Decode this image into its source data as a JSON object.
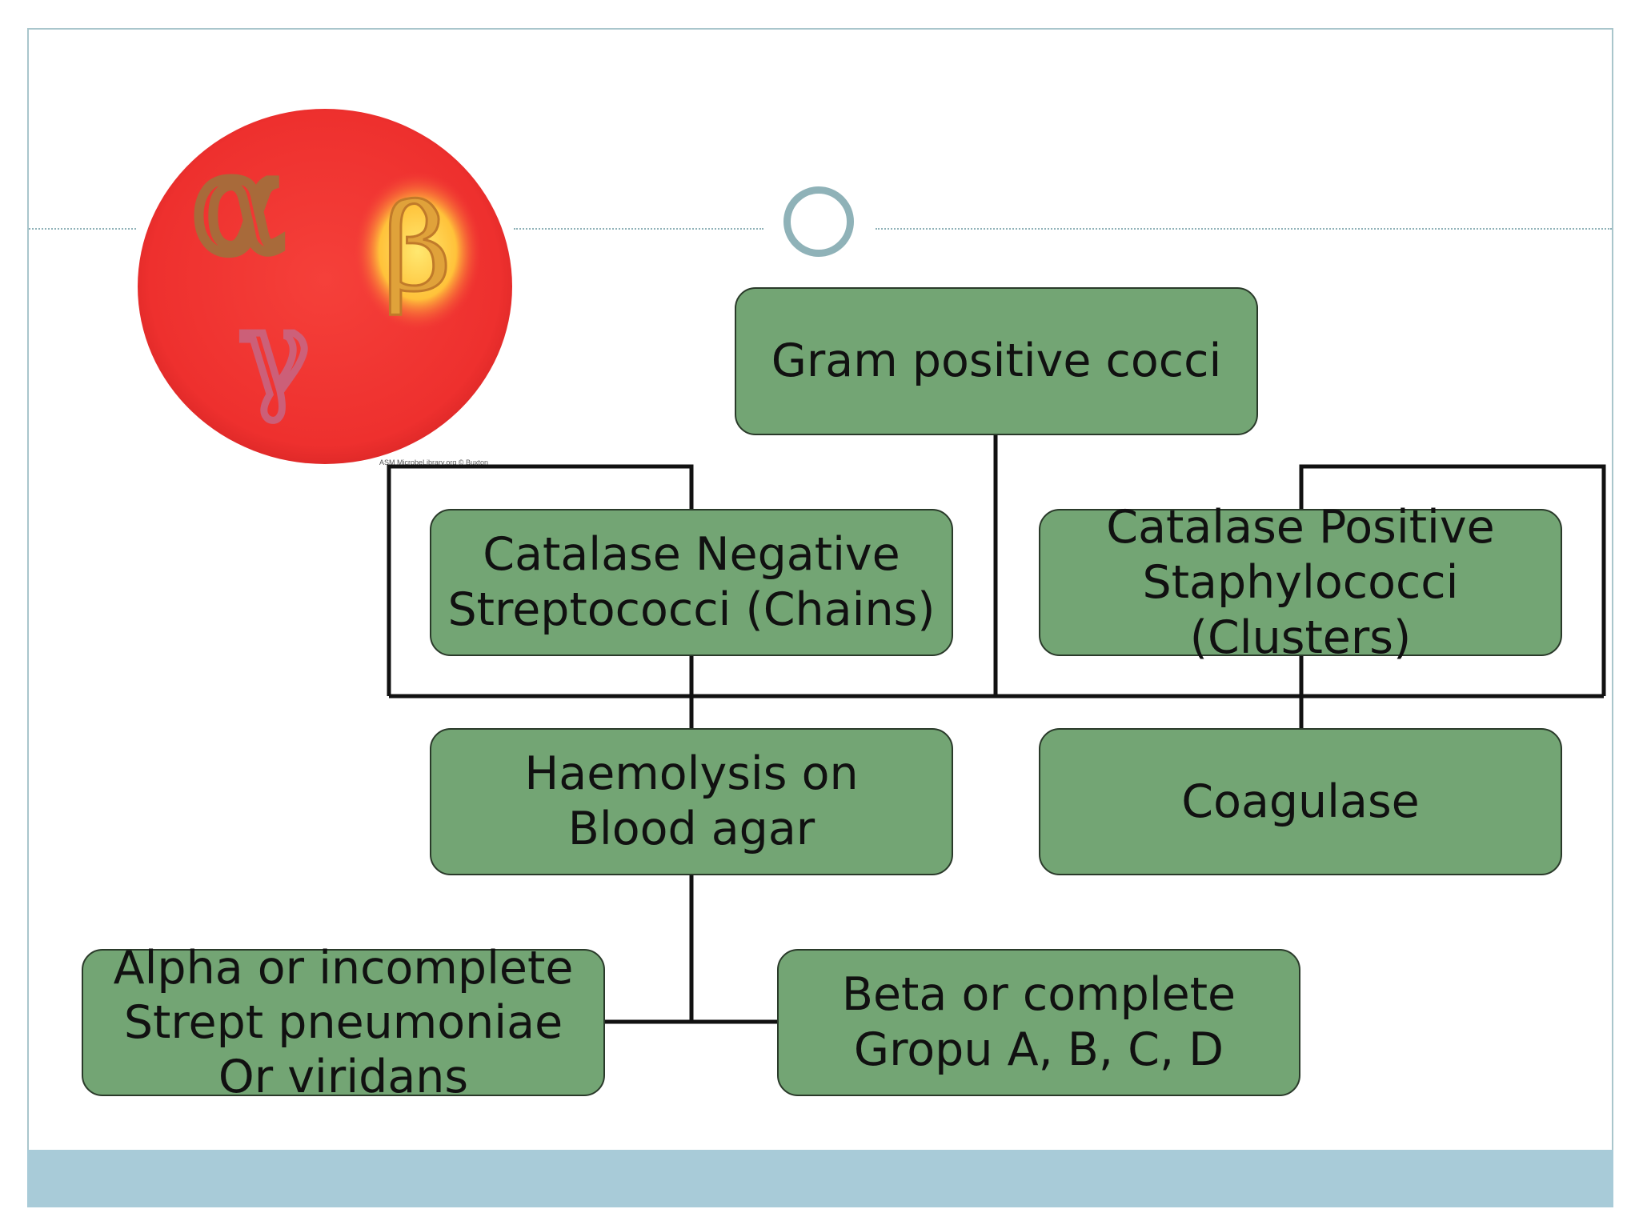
{
  "diagram": {
    "root": {
      "label": "Gram positive cocci"
    },
    "catalase_negative": {
      "label": "Catalase Negative\nStreptococci (Chains)"
    },
    "catalase_positive": {
      "label": "Catalase Positive\nStaphylococci (Clusters)"
    },
    "haemolysis": {
      "label": "Haemolysis on\nBlood agar"
    },
    "coagulase": {
      "label": "Coagulase"
    },
    "alpha": {
      "label": "Alpha or incomplete\nStrept pneumoniae\nOr viridans"
    },
    "beta": {
      "label": "Beta or complete\nGropu A, B, C, D"
    }
  },
  "image": {
    "credit": "ASM MicrobeLibrary.org © Buxton",
    "glyphs": {
      "alpha": "α",
      "beta": "β",
      "gamma": "γ"
    }
  },
  "colors": {
    "node_fill": "#73a574",
    "node_border": "#2a3a2a",
    "accent": "#8fb2b8",
    "footer": "#a8cbd8",
    "agar": "#f23a36"
  }
}
